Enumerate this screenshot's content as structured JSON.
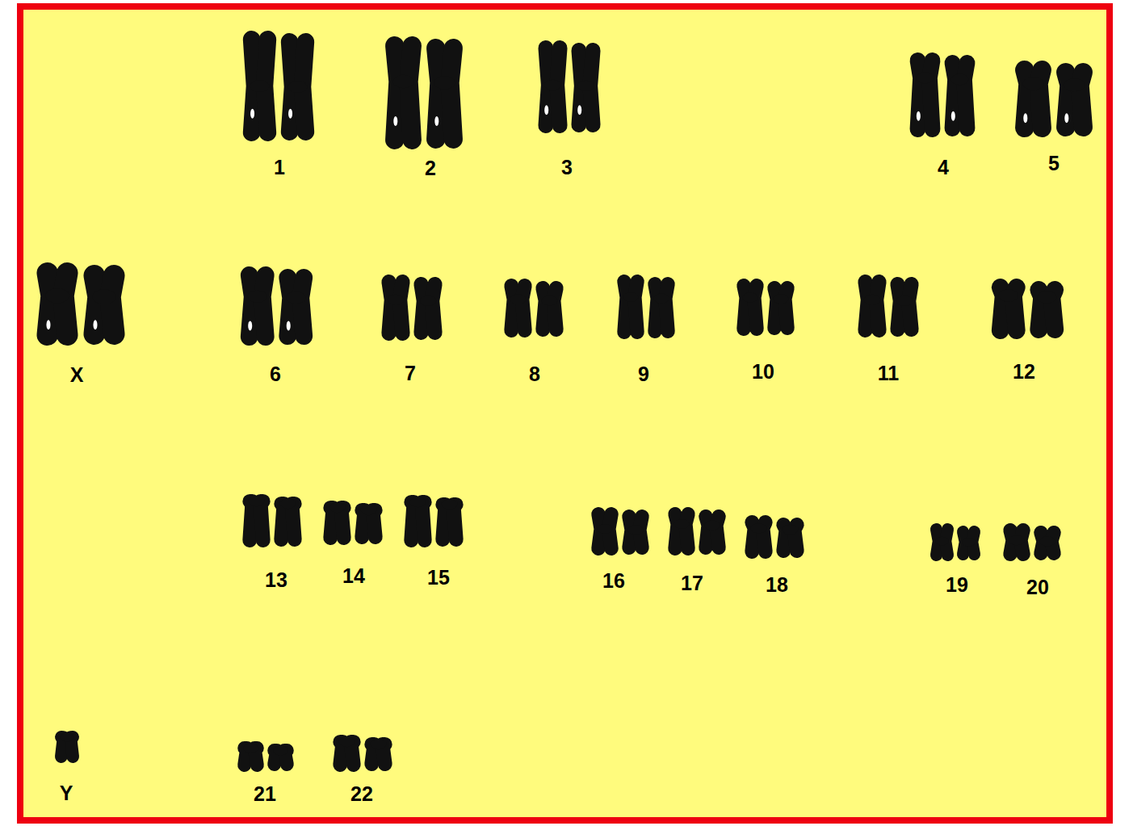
{
  "diagram": {
    "labels": [
      "1",
      "2",
      "3",
      "4",
      "5",
      "X",
      "6",
      "7",
      "8",
      "9",
      "10",
      "11",
      "12",
      "13",
      "14",
      "15",
      "16",
      "17",
      "18",
      "19",
      "20",
      "Y",
      "21",
      "22"
    ]
  }
}
